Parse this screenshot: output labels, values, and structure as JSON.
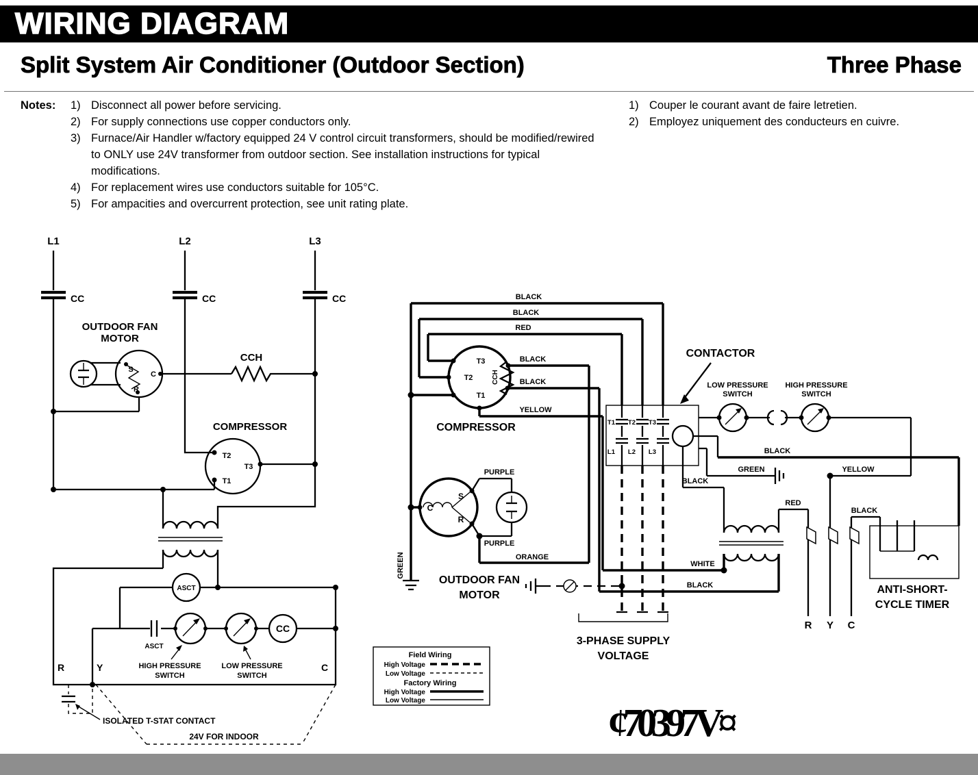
{
  "header": {
    "title": "WIRING DIAGRAM",
    "subtitle": "Split System Air Conditioner (Outdoor Section)",
    "phase": "Three Phase"
  },
  "notes": {
    "label": "Notes:",
    "english": [
      {
        "num": "1)",
        "text": "Disconnect all power before servicing."
      },
      {
        "num": "2)",
        "text": "For supply connections use copper conductors only."
      },
      {
        "num": "3)",
        "text": "Furnace/Air Handler w/factory equipped 24 V control circuit transformers, should be modified/rewired to ONLY use 24V transformer from outdoor section. See installation instructions for typical modifications."
      },
      {
        "num": "4)",
        "text": "For replacement wires use conductors suitable for 105°C."
      },
      {
        "num": "5)",
        "text": "For ampacities and overcurrent protection, see unit rating plate."
      }
    ],
    "french": [
      {
        "num": "1)",
        "text": "Couper le courant avant de faire letretien."
      },
      {
        "num": "2)",
        "text": "Employez uniquement des conducteurs en cuivre."
      }
    ]
  },
  "schematic": {
    "l1": "L1",
    "l2": "L2",
    "l3": "L3",
    "cc1": "CC",
    "cc2": "CC",
    "cc3": "CC",
    "fan_title1": "OUTDOOR FAN",
    "fan_title2": "MOTOR",
    "s": "S",
    "c": "C",
    "r": "R",
    "cch": "CCH",
    "compressor": "COMPRESSOR",
    "t1": "T1",
    "t2": "T2",
    "t3": "T3",
    "asct_coil": "ASCT",
    "asct_contact": "ASCT",
    "hps1": "HIGH PRESSURE",
    "hps2": "SWITCH",
    "lps1": "LOW PRESSURE",
    "lps2": "SWITCH",
    "cc_coil": "CC",
    "term_r": "R",
    "term_y": "Y",
    "term_c": "C",
    "tstat": "ISOLATED T-STAT CONTACT",
    "indoor": "24V FOR INDOOR"
  },
  "wiring": {
    "compressor": "COMPRESSOR",
    "t1": "T1",
    "t2": "T2",
    "t3": "T3",
    "cch": "CCH",
    "w_black1": "BLACK",
    "w_black2": "BLACK",
    "w_red1": "RED",
    "w_black3": "BLACK",
    "w_black4": "BLACK",
    "w_yellow1": "YELLOW",
    "contactor": "CONTACTOR",
    "ct1": "T1",
    "ct2": "T2",
    "ct3": "T3",
    "cl1": "L1",
    "cl2": "L2",
    "cl3": "L3",
    "lps1": "LOW PRESSURE",
    "lps2": "SWITCH",
    "hps1": "HIGH PRESSURE",
    "hps2": "SWITCH",
    "w_black5": "BLACK",
    "w_green1": "GREEN",
    "w_yellow2": "YELLOW",
    "w_black6": "BLACK",
    "fc": "C",
    "fs": "S",
    "fr": "R",
    "w_purple1": "PURPLE",
    "w_purple2": "PURPLE",
    "w_orange": "ORANGE",
    "w_green2": "GREEN",
    "fan_title1": "OUTDOOR FAN",
    "fan_title2": "MOTOR",
    "w_white": "WHITE",
    "w_black7": "BLACK",
    "w_red2": "RED",
    "w_black8": "BLACK",
    "supply1": "3-PHASE SUPPLY",
    "supply2": "VOLTAGE",
    "timer1": "ANTI-SHORT-",
    "timer2": "CYCLE TIMER",
    "lv_r": "R",
    "lv_y": "Y",
    "lv_c": "C"
  },
  "legend": {
    "field_title": "Field Wiring",
    "field_hv": "High Voltage",
    "field_lv": "Low Voltage",
    "factory_title": "Factory Wiring",
    "factory_hv": "High Voltage",
    "factory_lv": "Low Voltage"
  },
  "stamp": "¢70397V¤"
}
